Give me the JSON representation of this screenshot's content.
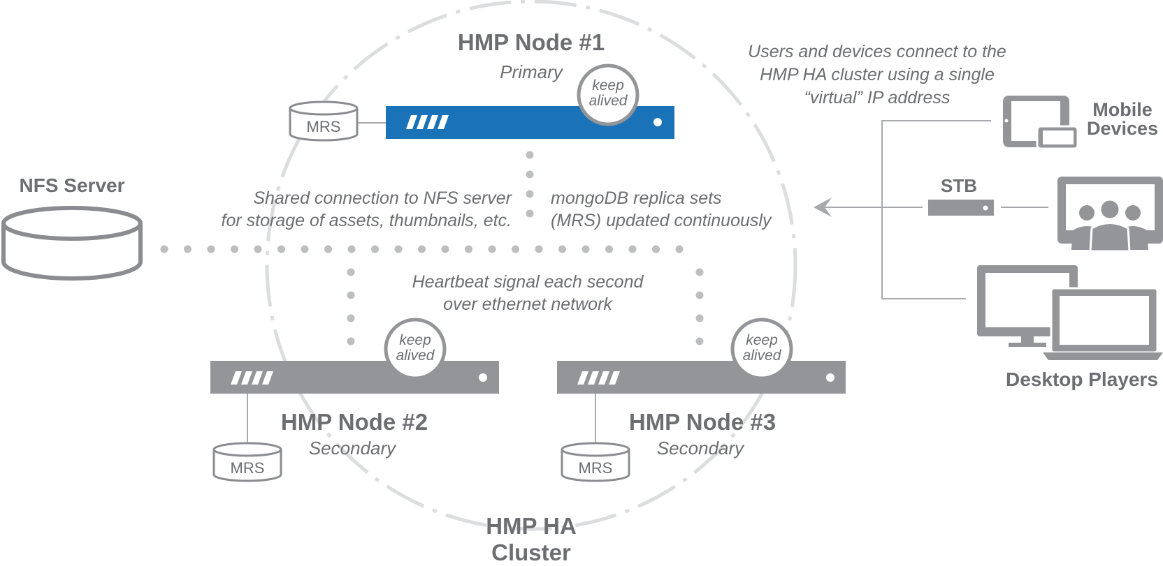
{
  "cluster_label": {
    "line1": "HMP HA",
    "line2": "Cluster"
  },
  "nfs_server": {
    "label": "NFS Server"
  },
  "node1": {
    "name": "HMP Node #1",
    "role": "Primary",
    "keepalived": [
      "keep",
      "alived"
    ],
    "mrs": "MRS"
  },
  "node2": {
    "name": "HMP Node #2",
    "role": "Secondary",
    "keepalived": [
      "keep",
      "alived"
    ],
    "mrs": "MRS"
  },
  "node3": {
    "name": "HMP Node #3",
    "role": "Secondary",
    "keepalived": [
      "keep",
      "alived"
    ],
    "mrs": "MRS"
  },
  "annotations": {
    "nfs_shared": [
      "Shared connection to NFS server",
      "for storage of assets, thumbnails, etc."
    ],
    "mongodb": [
      "mongoDB replica sets",
      "(MRS) updated continuously"
    ],
    "heartbeat": [
      "Heartbeat signal each second",
      "over ethernet network"
    ],
    "virtual_ip": [
      "Users and devices connect to the",
      "HMP HA cluster using a single",
      "“virtual” IP address"
    ]
  },
  "clients": {
    "mobile": [
      "Mobile",
      "Devices"
    ],
    "stb": "STB",
    "desktop": "Desktop Players"
  },
  "icons": {
    "nfs": "database-cylinder-icon",
    "mrs": "database-cylinder-icon",
    "server": "rack-server-icon",
    "mobile": "tablet-phone-icon",
    "stb": "set-top-box-icon",
    "tv": "tv-audience-icon",
    "desktop": "monitor-laptop-icon"
  },
  "colors": {
    "primary": "#1a73b8",
    "secondary": "#939598",
    "text": "#6d6e71",
    "line": "#a7a9ac",
    "dots": "#bcbec0"
  }
}
